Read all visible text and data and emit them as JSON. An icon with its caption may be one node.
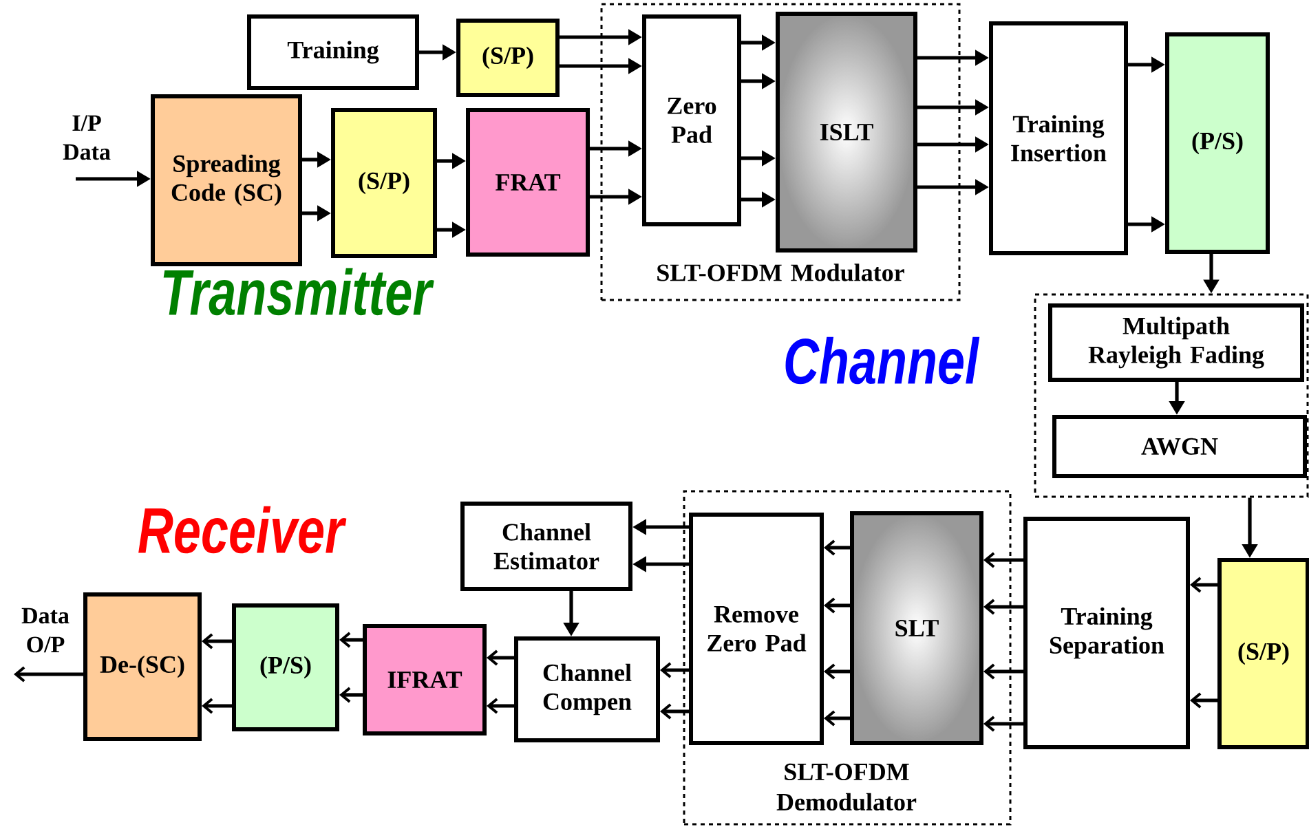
{
  "diagram": {
    "nodes": [
      {
        "text": [
          "Training"
        ]
      },
      {
        "text": [
          "(S/P)"
        ]
      },
      {
        "text": [
          "Spreading Code (SC)"
        ]
      },
      {
        "text": [
          "(S/P)"
        ]
      },
      {
        "text": [
          "FRAT"
        ]
      },
      {
        "text": [
          "SLT-OFDM Modulator"
        ]
      },
      {
        "text": [
          "Zero Pad"
        ],
        "in": 5
      },
      {
        "text": [
          "ISLT"
        ],
        "in": 5
      },
      {
        "text": [
          "Training Insertion"
        ]
      },
      {
        "text": [
          "(P/S)"
        ]
      },
      {
        "text": [],
        "shape": "box"
      },
      {
        "text": [
          "Multipath Rayleigh Fading"
        ],
        "in": 10
      },
      {
        "text": [
          "AWGN"
        ],
        "in": 10
      },
      {
        "text": [
          "(S/P)"
        ]
      },
      {
        "text": [
          "Training Separation"
        ]
      },
      {
        "text": [
          "SLT-OFDM Demodulator"
        ]
      },
      {
        "text": [
          "Remove Zero Pad"
        ],
        "in": 15
      },
      {
        "text": [
          "SLT"
        ],
        "in": 15
      },
      {
        "text": [
          "Channel Estimator"
        ]
      },
      {
        "text": [
          "Channel Compen"
        ]
      },
      {
        "text": [
          "IFRAT"
        ]
      },
      {
        "text": [
          "(P/S)"
        ]
      },
      {
        "text": [
          "De-(SC)"
        ]
      },
      {
        "text": [
          "I/P Data"
        ]
      },
      {
        "text": [
          "Data O/P"
        ]
      }
    ],
    "edges": [
      {
        "from": 23,
        "to": 2,
        "arrow": "to"
      },
      {
        "from": 0,
        "to": 1,
        "arrow": "to"
      },
      {
        "from": 1,
        "to": 6,
        "arrow": "to"
      },
      {
        "from": 1,
        "to": 6,
        "arrow": "to"
      },
      {
        "from": 2,
        "to": 3,
        "arrow": "to"
      },
      {
        "from": 2,
        "to": 3,
        "arrow": "to"
      },
      {
        "from": 3,
        "to": 4,
        "arrow": "to"
      },
      {
        "from": 3,
        "to": 4,
        "arrow": "to"
      },
      {
        "from": 4,
        "to": 6,
        "arrow": "to"
      },
      {
        "from": 4,
        "to": 6,
        "arrow": "to"
      },
      {
        "from": 6,
        "to": 7,
        "arrow": "to"
      },
      {
        "from": 6,
        "to": 7,
        "arrow": "to"
      },
      {
        "from": 6,
        "to": 7,
        "arrow": "to"
      },
      {
        "from": 6,
        "to": 7,
        "arrow": "to"
      },
      {
        "from": 7,
        "to": 8,
        "arrow": "to"
      },
      {
        "from": 7,
        "to": 8,
        "arrow": "to"
      },
      {
        "from": 7,
        "to": 8,
        "arrow": "to"
      },
      {
        "from": 7,
        "to": 8,
        "arrow": "to"
      },
      {
        "from": 8,
        "to": 9,
        "arrow": "to"
      },
      {
        "from": 8,
        "to": 9,
        "arrow": "to"
      },
      {
        "from": 9,
        "to": 10,
        "arrow": "to"
      },
      {
        "from": 11,
        "to": 12,
        "arrow": "to"
      },
      {
        "from": 10,
        "to": 13,
        "arrow": "to"
      },
      {
        "from": 13,
        "to": 14,
        "arrow": "to"
      },
      {
        "from": 13,
        "to": 14,
        "arrow": "to"
      },
      {
        "from": 14,
        "to": 17,
        "arrow": "to"
      },
      {
        "from": 14,
        "to": 17,
        "arrow": "to"
      },
      {
        "from": 14,
        "to": 17,
        "arrow": "to"
      },
      {
        "from": 14,
        "to": 17,
        "arrow": "to"
      },
      {
        "from": 17,
        "to": 16,
        "arrow": "to"
      },
      {
        "from": 17,
        "to": 16,
        "arrow": "to"
      },
      {
        "from": 17,
        "to": 16,
        "arrow": "to"
      },
      {
        "from": 17,
        "to": 16,
        "arrow": "to"
      },
      {
        "from": 16,
        "to": 18,
        "arrow": "to"
      },
      {
        "from": 16,
        "to": 18,
        "arrow": "to"
      },
      {
        "from": 16,
        "to": 19,
        "arrow": "to"
      },
      {
        "from": 16,
        "to": 19,
        "arrow": "to"
      },
      {
        "from": 18,
        "to": 19,
        "arrow": "to"
      },
      {
        "from": 19,
        "to": 20,
        "arrow": "to"
      },
      {
        "from": 19,
        "to": 20,
        "arrow": "to"
      },
      {
        "from": 20,
        "to": 21,
        "arrow": "to"
      },
      {
        "from": 20,
        "to": 21,
        "arrow": "to"
      },
      {
        "from": 21,
        "to": 22,
        "arrow": "to"
      },
      {
        "from": 21,
        "to": 22,
        "arrow": "to"
      },
      {
        "from": 22,
        "to": 24,
        "arrow": "to"
      }
    ],
    "labels": [
      "Transmitter",
      "Channel",
      "Receiver"
    ]
  }
}
